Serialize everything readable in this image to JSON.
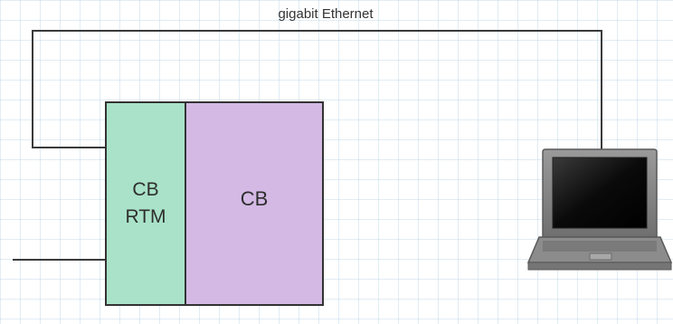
{
  "diagram": {
    "link_label": "gigabit Ethernet",
    "rtm_label_line1": "CB",
    "rtm_label_line2": "RTM",
    "board_label": "CB",
    "colors": {
      "rtm_fill": "#a9e2c8",
      "board_fill": "#d4b9e5",
      "line": "#3a3a3a",
      "laptop_body": "#8a8a8a",
      "laptop_screen": "#111111"
    },
    "icons": [
      "laptop-icon"
    ]
  }
}
